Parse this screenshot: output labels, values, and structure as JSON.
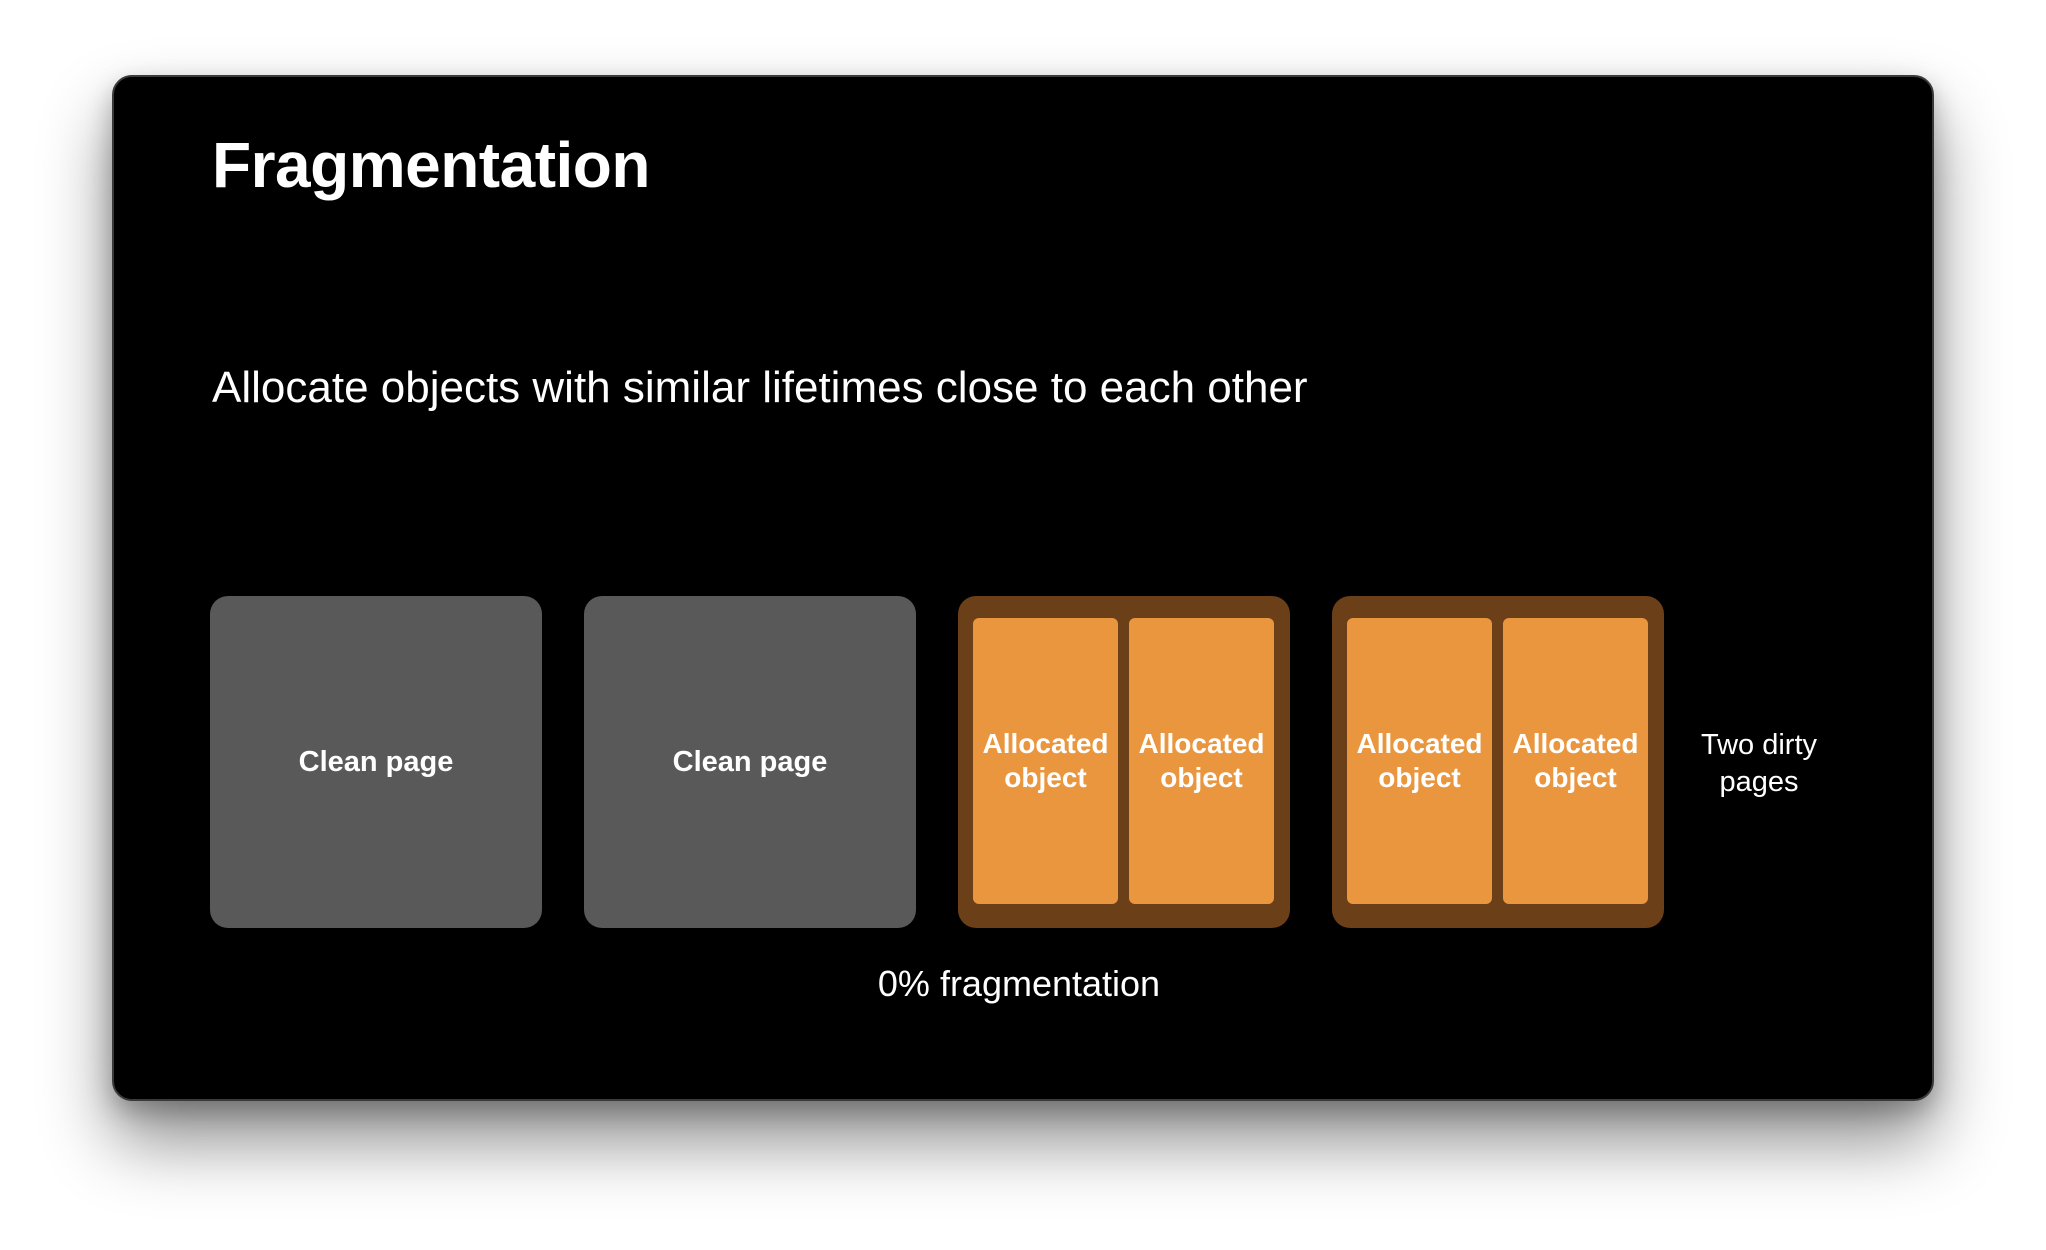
{
  "slide": {
    "title": "Fragmentation",
    "subtitle": "Allocate objects with similar lifetimes close to each other"
  },
  "pages": [
    {
      "kind": "clean",
      "label": "Clean page"
    },
    {
      "kind": "clean",
      "label": "Clean page"
    },
    {
      "kind": "dirty",
      "objects": [
        "Allocated object",
        "Allocated object"
      ]
    },
    {
      "kind": "dirty",
      "objects": [
        "Allocated object",
        "Allocated object"
      ]
    }
  ],
  "annotation": "Two dirty pages",
  "caption": "0% fragmentation",
  "colors": {
    "background": "#000000",
    "clean_page": "#595959",
    "dirty_page": "#6b3f18",
    "allocated_object": "#e9963f",
    "text": "#ffffff"
  }
}
